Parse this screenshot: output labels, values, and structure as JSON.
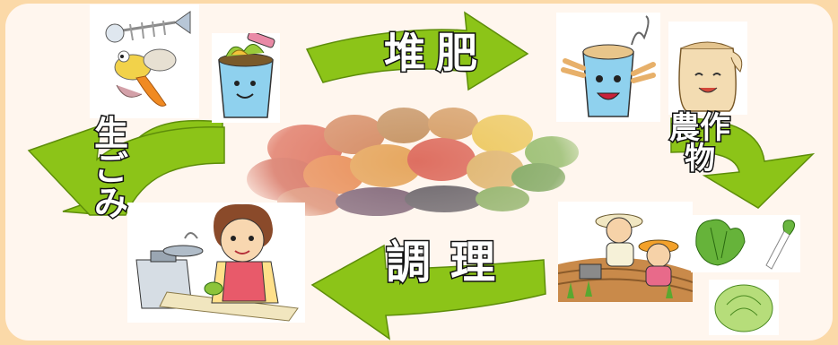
{
  "labels": {
    "compost": "堆肥",
    "crops": "農作物",
    "cooking": "調理",
    "waste": "生ごみ"
  },
  "colors": {
    "arrow_fill": "#8cc418",
    "arrow_edge": "#5e8d0a",
    "background": "#fbd9a8",
    "panel": "#fff6ee"
  },
  "icons": [
    "food-scraps-icon",
    "compost-bucket-icon",
    "compost-bucket-character-icon",
    "fertilizer-sack-icon",
    "farmers-icon",
    "vegetables-icon",
    "cooking-person-icon",
    "vegetables-photo-icon"
  ]
}
